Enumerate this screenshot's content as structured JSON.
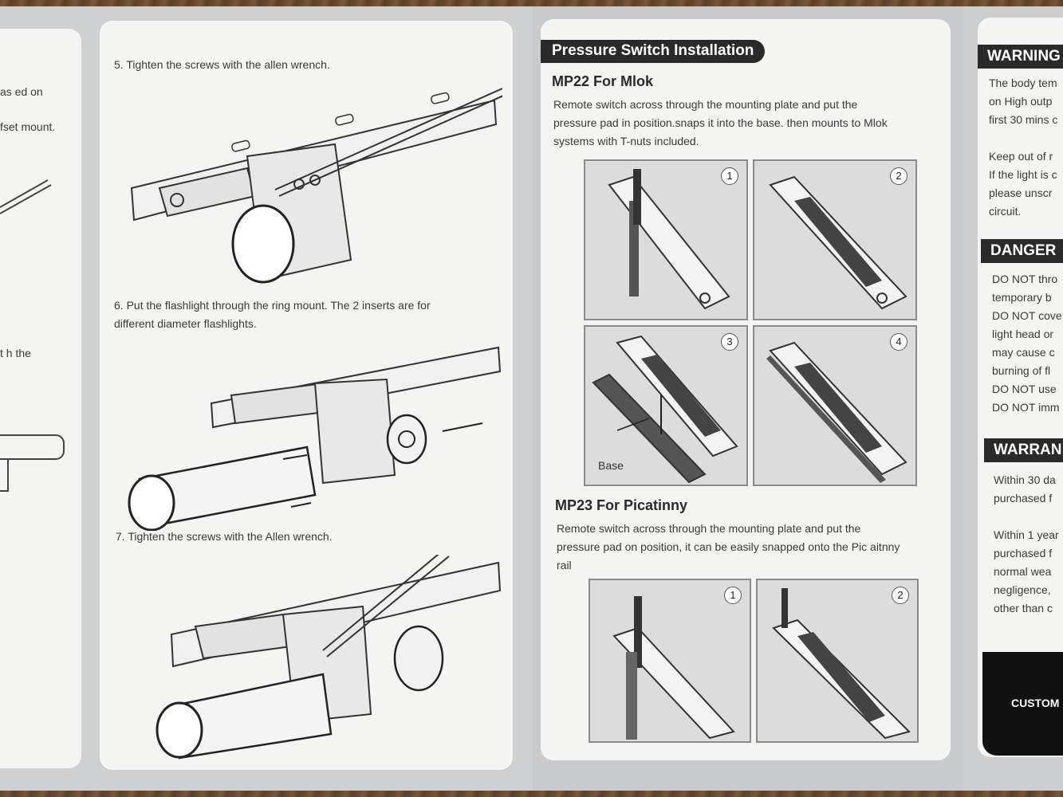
{
  "left_panel": {
    "lines": [
      "as ed on",
      "fset mount.",
      "t h the"
    ]
  },
  "steps_panel": {
    "step5": "5. Tighten the screws with the allen wrench.",
    "step6_line1": "6. Put the flashlight through the ring mount. The 2 inserts are  for",
    "step6_line2": "different diameter flashlights.",
    "step7": "7. Tighten the screws with the Allen wrench."
  },
  "pressure_panel": {
    "title": "Pressure Switch Installation",
    "mp22": {
      "heading": "MP22 For Mlok",
      "lines": [
        "Remote switch across through the mounting plate and put the",
        "pressure pad in position.snaps it into the base. then mounts to  Mlok",
        "systems with T-nuts included."
      ],
      "figures": [
        "1",
        "2",
        "3",
        "4"
      ],
      "base_label": "Base"
    },
    "mp23": {
      "heading": "MP23 For Picatinny",
      "lines": [
        "Remote switch across through the mounting plate and put the",
        "pressure pad on position, it can be easily snapped onto the Pic aitnny",
        "rail"
      ],
      "figures": [
        "1",
        "2"
      ]
    }
  },
  "right_panel": {
    "warning_title": "WARNING",
    "warning_lines": [
      "The body tem",
      "on High outp",
      "first 30 mins c",
      "",
      "Keep out of r",
      "If the light is c",
      "please unscr",
      "circuit."
    ],
    "danger_title": "DANGER",
    "danger_lines": [
      "DO NOT thro",
      "temporary b",
      "DO NOT cove",
      "light head or",
      "may cause c",
      "burning of fl",
      "DO NOT use",
      "DO NOT imm"
    ],
    "warranty_title": "WARRAN",
    "warranty_lines": [
      "Within 30 da",
      "purchased f",
      "",
      "Within 1 year",
      "purchased f",
      "normal wea",
      "negligence,",
      "other than c"
    ],
    "custom_label": "CUSTOM"
  }
}
